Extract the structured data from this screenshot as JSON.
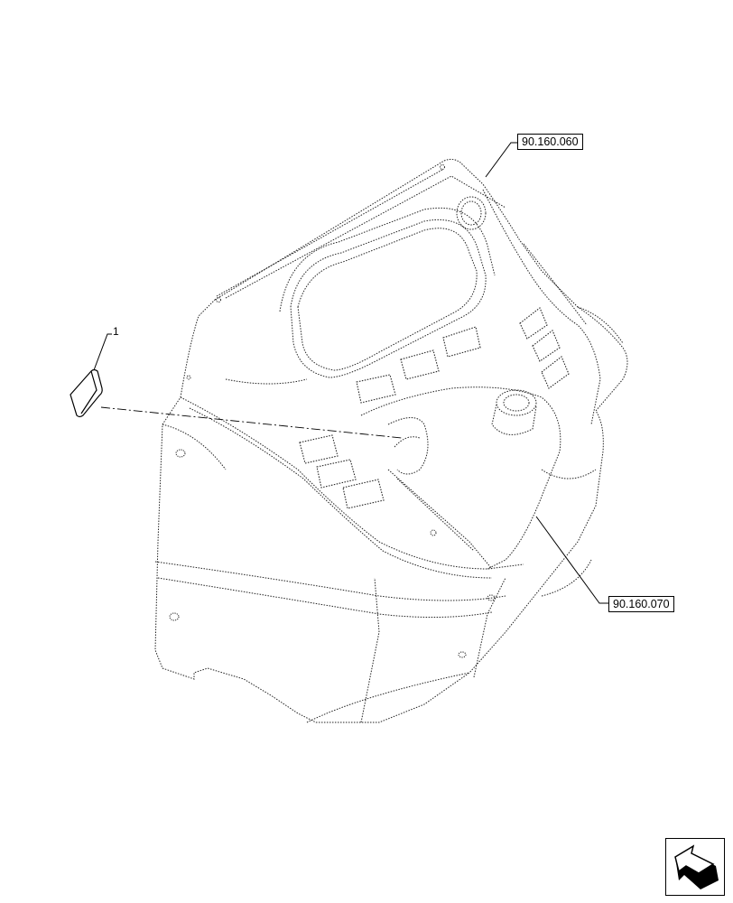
{
  "diagram": {
    "type": "exploded parts view",
    "subject": "operator console / instrument dashboard cover",
    "line_color": "#000000",
    "background": "#ffffff"
  },
  "items": [
    {
      "number": "1",
      "description": "cap / plug"
    }
  ],
  "references": [
    {
      "id": "ref-top",
      "label": "90.160.060"
    },
    {
      "id": "ref-right",
      "label": "90.160.070"
    }
  ],
  "navigation": {
    "icon": "return-arrow-icon"
  }
}
